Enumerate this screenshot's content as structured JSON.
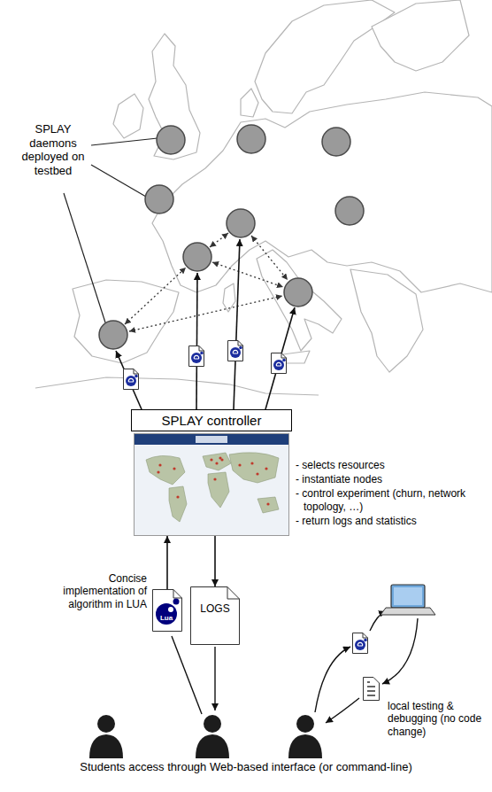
{
  "diagram": {
    "nodes": [
      {
        "text": [
          "SPLAY controller"
        ]
      },
      {
        "text": [
          "Lua"
        ]
      },
      {
        "text": [
          "LOGS"
        ]
      }
    ],
    "edges": [
      {
        "from": 1,
        "to": 0,
        "arrow": "to"
      },
      {
        "from": 0,
        "to": 2,
        "arrow": "to"
      }
    ],
    "labels": [
      "SPLAY daemons deployed on testbed",
      "- selects resources",
      "- instantiate nodes",
      "- control experiment (churn, network topology, …)",
      "- return logs and statistics",
      "Concise implementation of algorithm in LUA",
      "local testing & debugging (no code change)",
      "Students access through Web-based interface (or command-line)"
    ]
  }
}
